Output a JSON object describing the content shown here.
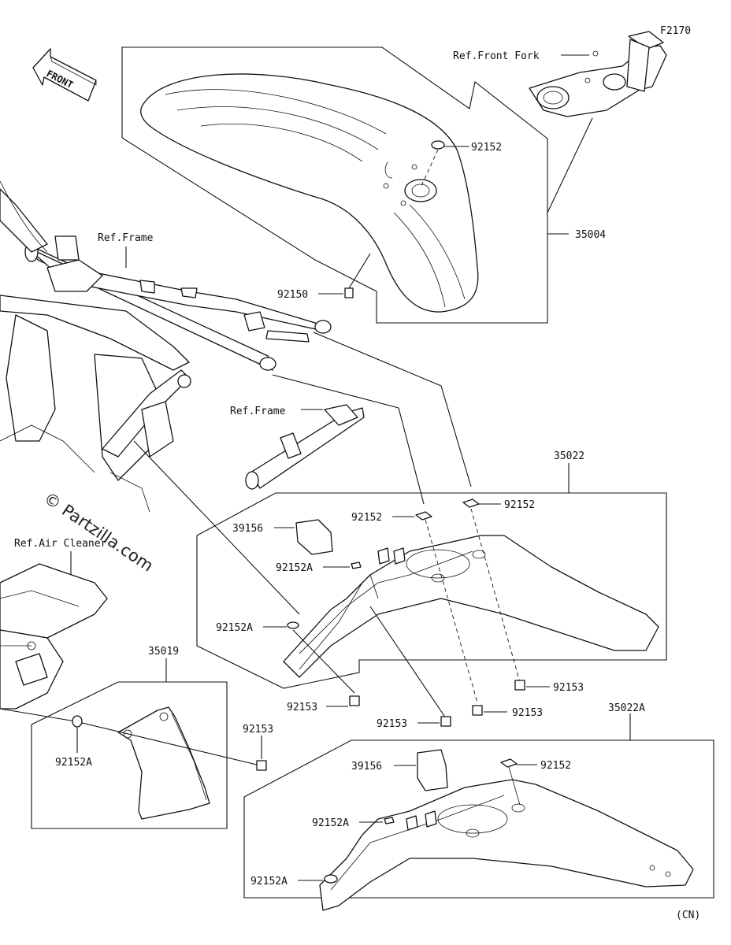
{
  "figure_code": "F2170",
  "region_code": "(CN)",
  "front_arrow_label": "FRONT",
  "watermark": "© Partzilla.com",
  "references": {
    "front_fork": "Ref.Front Fork",
    "frame_upper": "Ref.Frame",
    "frame_lower": "Ref.Frame",
    "air_cleaner": "Ref.Air Cleaner"
  },
  "assemblies": {
    "front_fender": "35004",
    "rear_fender": "35022",
    "rear_fender_cn": "35022A",
    "flap": "35019"
  },
  "callouts": {
    "c92152_front": "92152",
    "c92150": "92150",
    "c92152_rf_a": "92152",
    "c92152_rf_b": "92152",
    "c39156_rf": "39156",
    "c92152A_rf_a": "92152A",
    "c92152A_rf_b": "92152A",
    "c92153_a": "92153",
    "c92153_b": "92153",
    "c92153_c": "92153",
    "c92153_d": "92153",
    "c92152A_flap": "92152A",
    "c92153_flap": "92153",
    "c39156_cn": "39156",
    "c92152_cn": "92152",
    "c92152A_cn_a": "92152A",
    "c92152A_cn_b": "92152A"
  }
}
